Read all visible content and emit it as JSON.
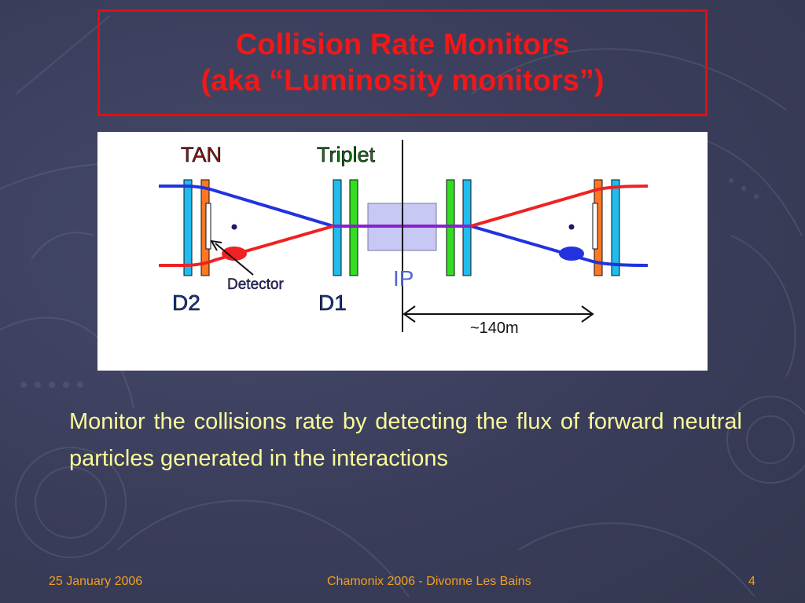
{
  "slide": {
    "title_line1": "Collision Rate Monitors",
    "title_line2": "(aka “Luminosity monitors”)",
    "body": "Monitor the collisions rate by detecting the flux of forward neutral particles generated in the interactions"
  },
  "diagram": {
    "labels": {
      "tan": "TAN",
      "triplet": "Triplet",
      "detector": "Detector",
      "d2": "D2",
      "d1": "D1",
      "ip": "IP",
      "distance": "~140m"
    }
  },
  "footer": {
    "date": "25 January 2006",
    "event": "Chamonix 2006 - Divonne Les Bains",
    "page_number": "4"
  },
  "colors": {
    "background": "#3b3e5b",
    "title": "#f01818",
    "body_text": "#fafa9a",
    "footer_text": "#f0a020",
    "beam_blue": "#2233dd",
    "beam_red": "#ee2222",
    "magnet_cyan": "#22bbee",
    "absorber_orange": "#ff7722",
    "triplet_green": "#33dd22",
    "ip_region": "#c8c8f4"
  }
}
